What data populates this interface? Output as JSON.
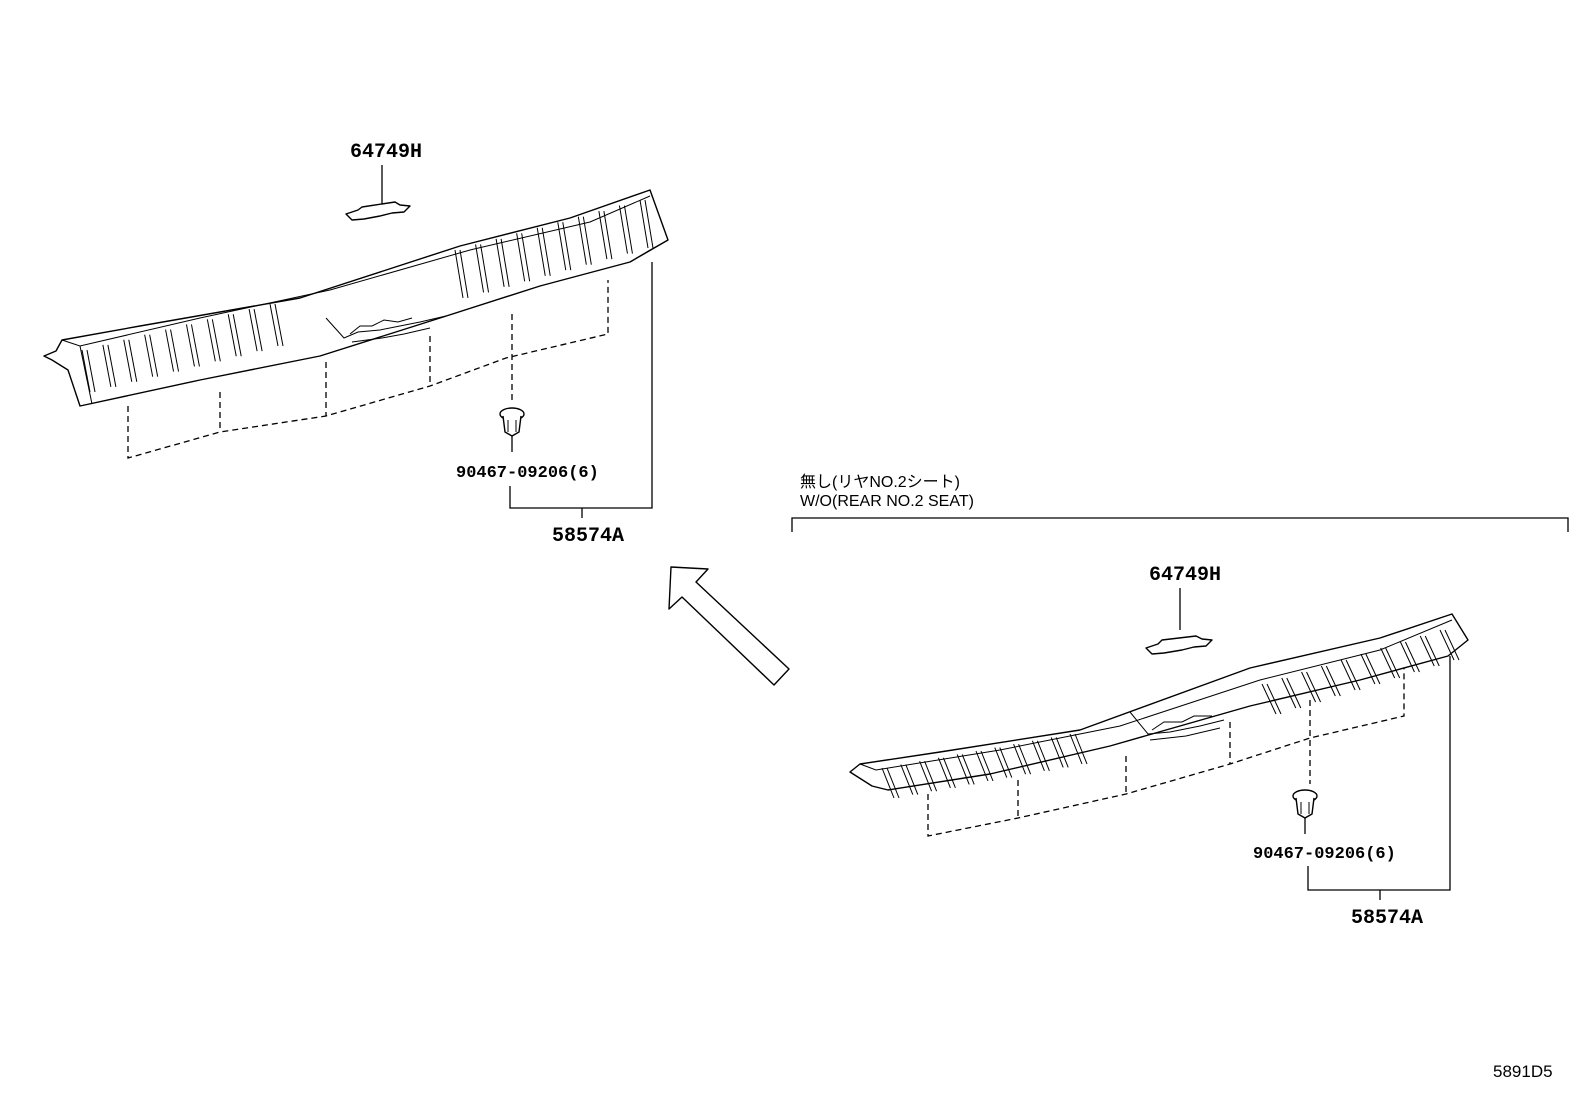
{
  "upper_assembly": {
    "clip_part_no": "64749H",
    "fastener_part_no": "90467-09206(6)",
    "garnish_part_no": "58574A"
  },
  "lower_assembly": {
    "condition_japanese": "無し(リヤNO.2シート)",
    "condition_english": "W/O(REAR NO.2 SEAT)",
    "clip_part_no": "64749H",
    "fastener_part_no": "90467-09206(6)",
    "garnish_part_no": "58574A"
  },
  "illustration_code": "5891D5",
  "icons": {
    "direction_arrow": "arrow-up-left-icon",
    "fastener": "push-clip-icon"
  }
}
